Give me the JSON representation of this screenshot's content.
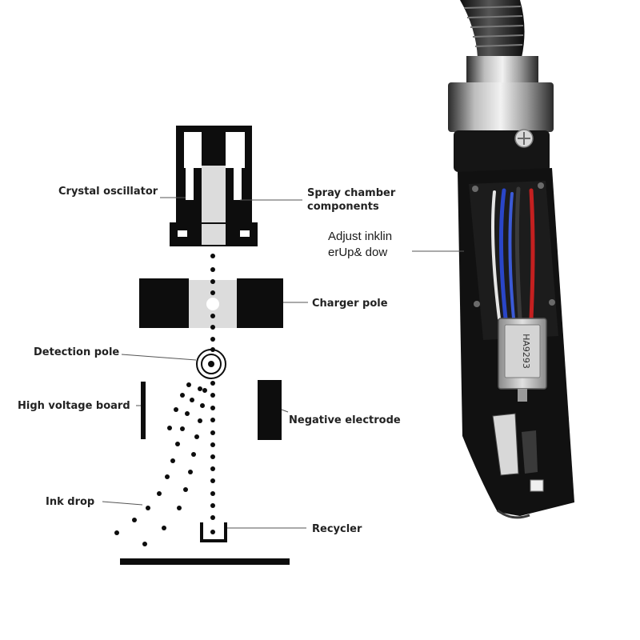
{
  "diagram": {
    "labels": {
      "crystal_oscillator": "Crystal oscillator",
      "spray_chamber_1": "Spray chamber",
      "spray_chamber_2": "components",
      "charger_pole": "Charger pole",
      "detection_pole": "Detection pole",
      "high_voltage_board": "High voltage board",
      "negative_electrode": "Negative electrode",
      "ink_drop": "Ink drop",
      "recycler": "Recycler"
    }
  },
  "photo": {
    "caption_line1": "Adjust inklin",
    "caption_line2": "erUp& dow",
    "module_marking": "HA9293"
  },
  "colors": {
    "ink": "#0d0d0d",
    "label": "#222222",
    "wire_blue": "#2a46c8",
    "wire_red": "#c42020",
    "metal": "#b8b8b8"
  }
}
